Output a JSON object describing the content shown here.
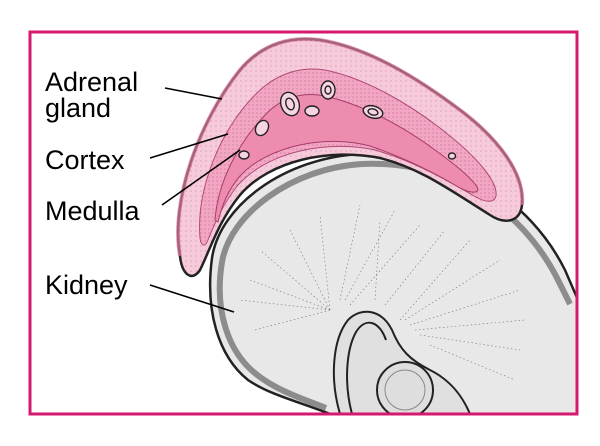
{
  "labels": {
    "adrenal_line1": "Adrenal",
    "adrenal_line2": "gland",
    "cortex": "Cortex",
    "medulla": "Medulla",
    "kidney": "Kidney"
  },
  "colors": {
    "border": "#d6186f",
    "adrenal_outer": "#f7c9d8",
    "adrenal_cortex": "#f3a3bf",
    "adrenal_medulla": "#ee8aad",
    "kidney_fill": "#e6e6e6",
    "kidney_edge": "#9a9a9a"
  }
}
